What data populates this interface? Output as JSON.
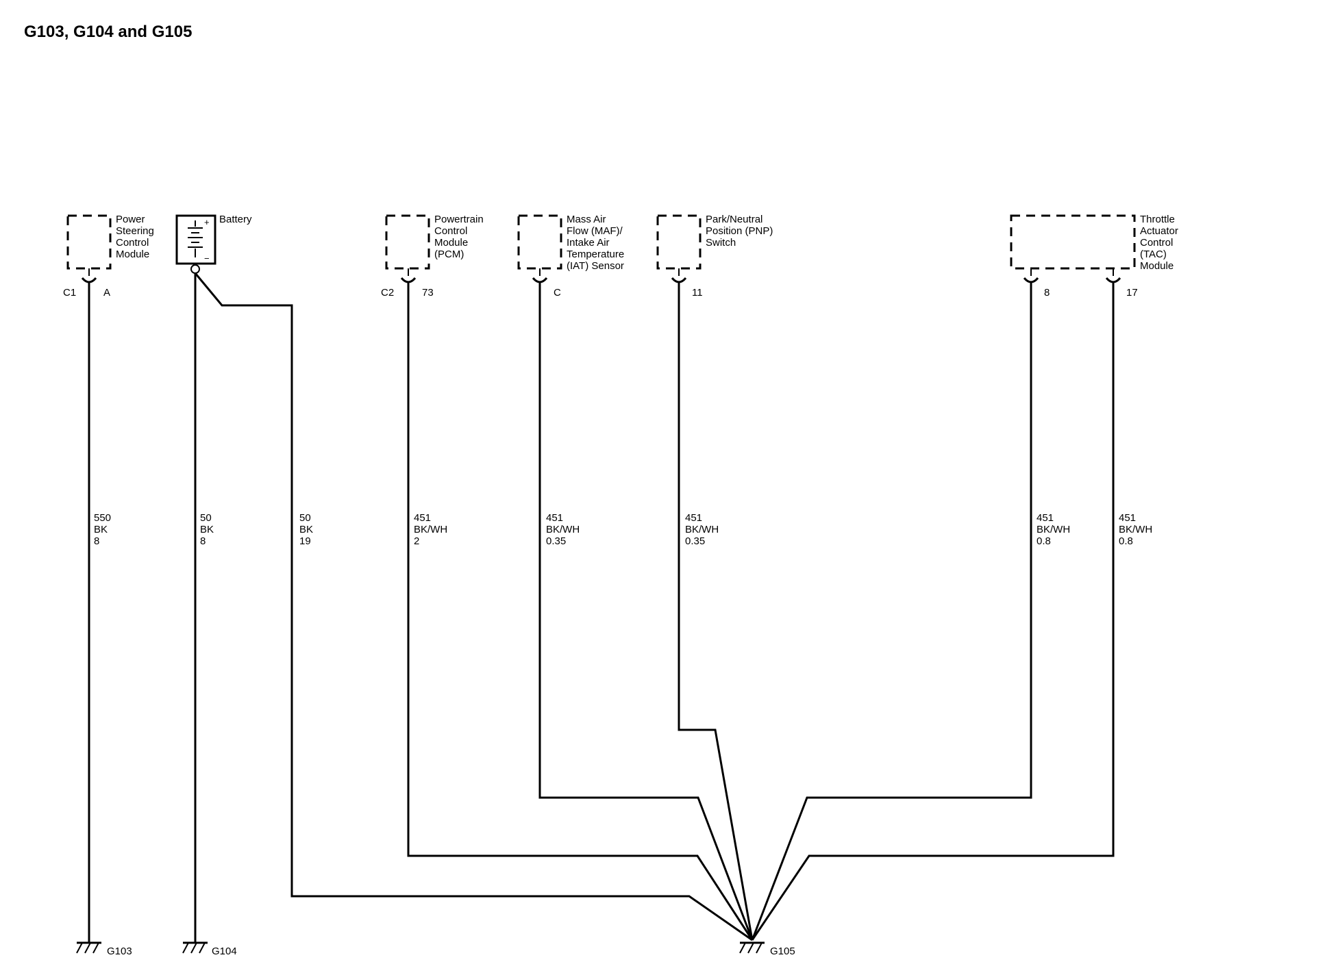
{
  "title": "G103, G104 and G105",
  "components": {
    "pscm": [
      "Power",
      "Steering",
      "Control",
      "Module"
    ],
    "battery": [
      "Battery"
    ],
    "pcm": [
      "Powertrain",
      "Control",
      "Module",
      "(PCM)"
    ],
    "maf": [
      "Mass Air",
      "Flow (MAF)/",
      "Intake Air",
      "Temperature",
      "(IAT) Sensor"
    ],
    "pnp": [
      "Park/Neutral",
      "Position (PNP)",
      "Switch"
    ],
    "tac": [
      "Throttle",
      "Actuator",
      "Control",
      "(TAC)",
      "Module"
    ]
  },
  "battery_symbols": {
    "plus": "+",
    "minus": "−"
  },
  "connectors": {
    "pscm": {
      "id": "C1",
      "pin": "A"
    },
    "pcm": {
      "id": "C2",
      "pin": "73"
    },
    "maf": {
      "pin": "C"
    },
    "pnp": {
      "pin": "11"
    },
    "tac_a": {
      "pin": "8"
    },
    "tac_b": {
      "pin": "17"
    }
  },
  "wires": {
    "pscm": [
      "550",
      "BK",
      "8"
    ],
    "batt_a": [
      "50",
      "BK",
      "8"
    ],
    "batt_b": [
      "50",
      "BK",
      "19"
    ],
    "pcm": [
      "451",
      "BK/WH",
      "2"
    ],
    "maf": [
      "451",
      "BK/WH",
      "0.35"
    ],
    "pnp": [
      "451",
      "BK/WH",
      "0.35"
    ],
    "tac_a": [
      "451",
      "BK/WH",
      "0.8"
    ],
    "tac_b": [
      "451",
      "BK/WH",
      "0.8"
    ]
  },
  "grounds": {
    "g103": "G103",
    "g104": "G104",
    "g105": "G105"
  }
}
